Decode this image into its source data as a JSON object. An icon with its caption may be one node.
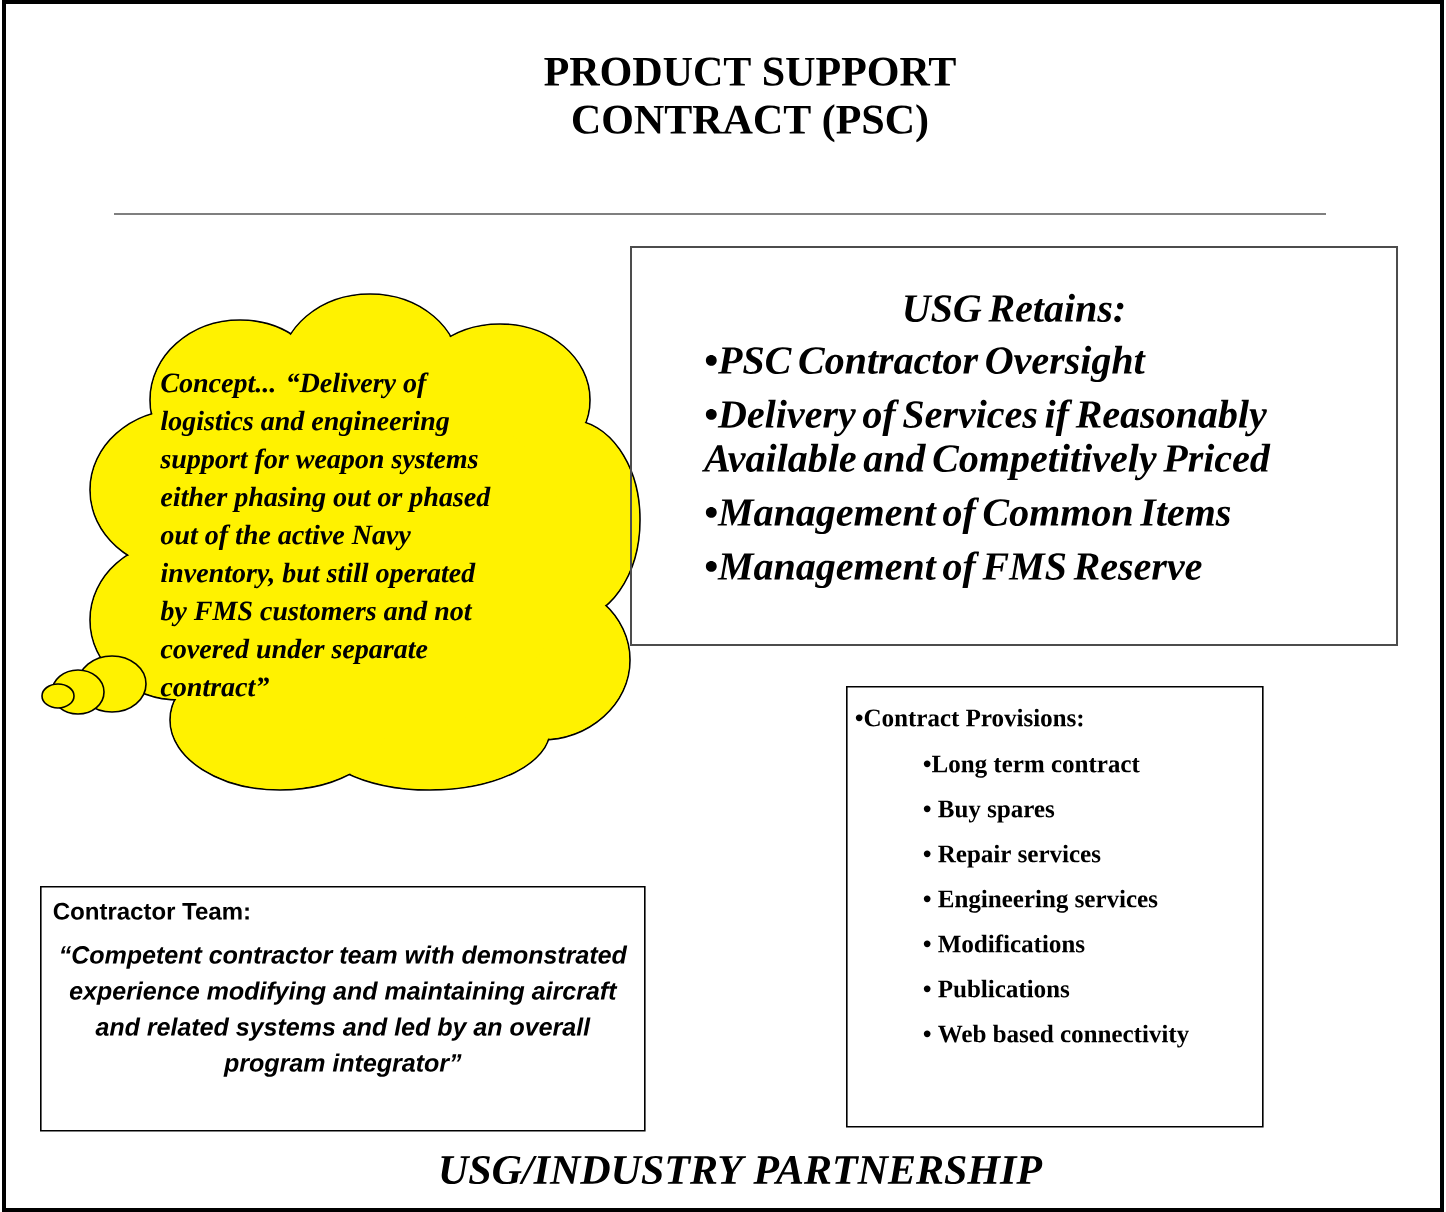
{
  "diagram": {
    "title": "PRODUCT SUPPORT CONTRACT (PSC)",
    "caption": "USG/INDUSTRY PARTNERSHIP",
    "nodes": [
      {
        "text": [
          "Concept... “Delivery of logistics and engineering support for weapon systems either phasing out or phased out of the active Navy inventory, but still operated by FMS customers and not covered under separate contract”"
        ]
      },
      {
        "text": [
          "USG Retains:",
          "•PSC Contractor Oversight",
          "•Delivery of Services if Reasonably Available and Competitively Priced",
          "•Management of Common Items",
          "•Management of FMS Reserve"
        ]
      },
      {
        "text": [
          "•Contract Provisions:",
          "•Long term contract",
          "• Buy spares",
          "• Repair services",
          "• Engineering services",
          "• Modifications",
          "• Publications",
          "• Web based connectivity"
        ]
      },
      {
        "text": [
          "Contractor Team:",
          "“Competent contractor team with demonstrated experience modifying and maintaining aircraft and related systems and led by an overall program integrator”"
        ]
      }
    ]
  }
}
